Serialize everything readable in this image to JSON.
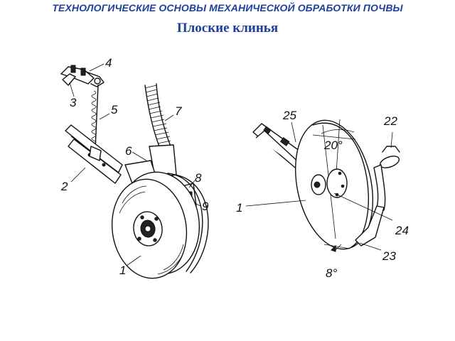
{
  "header": {
    "title": "ТЕХНОЛОГИЧЕСКИЕ ОСНОВЫ МЕХАНИЧЕСКОЙ ОБРАБОТКИ ПОЧВЫ",
    "subtitle": "Плоские клинья"
  },
  "figure_left": {
    "labels": [
      "4",
      "3",
      "5",
      "7",
      "6",
      "2",
      "8",
      "9",
      "1"
    ]
  },
  "figure_right": {
    "labels": [
      "25",
      "22",
      "20°",
      "1",
      "24",
      "23",
      "8°"
    ]
  },
  "colors": {
    "title": "#1f3f9c",
    "ink": "#111111"
  }
}
